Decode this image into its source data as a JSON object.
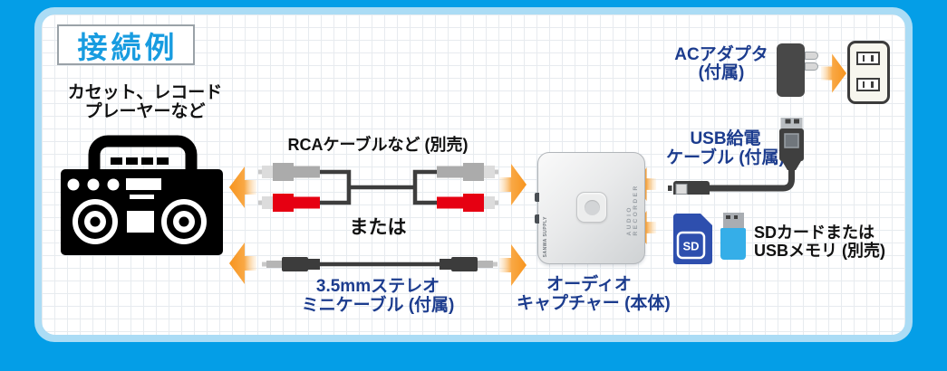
{
  "colors": {
    "background_blue": "#049EE7",
    "panel_border_blue": "#ABDCF5",
    "accent_orange": "#F7941D",
    "title_blue": "#189CE0",
    "label_navy": "#1C3C8E",
    "sd_card_blue": "#2E4FAE",
    "usb_memory_cyan": "#35AEE8",
    "rca_red": "#E60012"
  },
  "title": "接続例",
  "source_device": {
    "label_line1": "カセット、レコード",
    "label_line2": "プレーヤーなど"
  },
  "rca_cable": {
    "label": "RCAケーブルなど (別売)"
  },
  "or_text": "または",
  "mini_cable": {
    "label_line1": "3.5mmステレオ",
    "label_line2": "ミニケーブル (付属)"
  },
  "capture_device": {
    "label_line1": "オーディオ",
    "label_line2": "キャプチャー (本体)",
    "engraving": "AUDIO RECORDER",
    "brand": "SANWA SUPPLY"
  },
  "ac_adapter": {
    "label_line1": "ACアダプタ",
    "label_line2": "(付属)"
  },
  "usb_power_cable": {
    "label_line1": "USB給電",
    "label_line2": "ケーブル (付属)"
  },
  "storage": {
    "label_line1": "SDカードまたは",
    "label_line2": "USBメモリ (別売)",
    "sd_label": "SD"
  }
}
